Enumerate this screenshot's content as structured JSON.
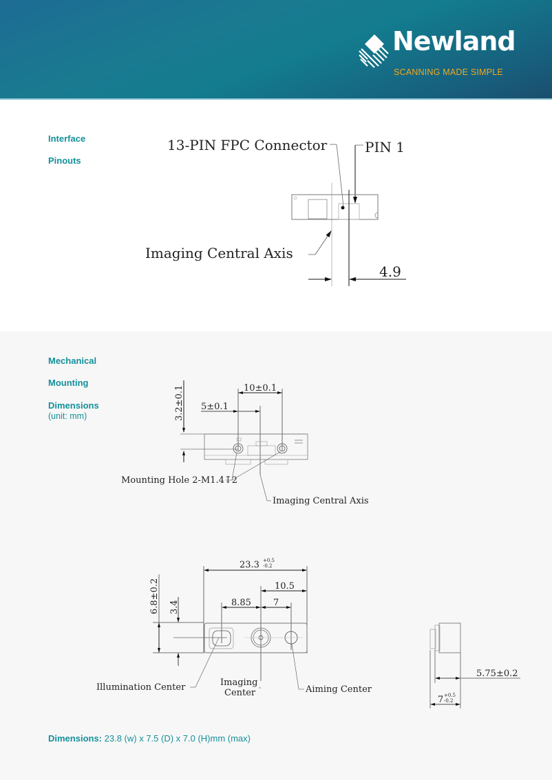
{
  "header": {
    "brand_name": "Newland",
    "tagline": "SCANNING MADE SIMPLE",
    "logo_icon": "newland-diamond-logo-icon",
    "colors": {
      "gradient_start": "#1d6c94",
      "gradient_mid": "#137c8e",
      "gradient_end": "#1b4e6e",
      "tagline": "#f2a81d"
    }
  },
  "interface_section": {
    "labels": [
      "Interface",
      "Pinouts"
    ],
    "drawing": {
      "connector_label": "13-PIN FPC Connector",
      "pin_label": "PIN 1",
      "axis_label": "Imaging Central Axis",
      "offset_dimension": "4.9"
    }
  },
  "mechanical_section": {
    "labels": [
      "Mechanical",
      "Mounting",
      "Dimensions"
    ],
    "unit_note": "(unit: mm)",
    "mounting_drawing": {
      "height_dim": "3.2±0.1",
      "hole_spacing": "10±0.1",
      "half_spacing": "5±0.1",
      "hole_label": "Mounting Hole 2-M1.4↧2",
      "axis_label": "Imaging Central Axis"
    },
    "front_view": {
      "width_dim": "23.3",
      "width_tol_upper": "+0.5",
      "width_tol_lower": "-0.2",
      "right_offset": "10.5",
      "illum_to_imaging": "8.85",
      "imaging_to_aiming": "7",
      "height_dim": "6.8±0.2",
      "half_height": "3.4",
      "illumination_label": "Illumination Center",
      "imaging_label_line1": "Imaging",
      "imaging_label_line2": "Center",
      "aiming_label": "Aiming Center"
    },
    "side_view": {
      "depth_dim": "5.75±0.2",
      "total_depth": "7",
      "total_tol_upper": "+0.5",
      "total_tol_lower": "-0.2"
    }
  },
  "footer": {
    "dimensions_label": "Dimensions:",
    "dimensions_value": "23.8 (w) x 7.5 (D) x 7.0 (H)mm (max)"
  }
}
